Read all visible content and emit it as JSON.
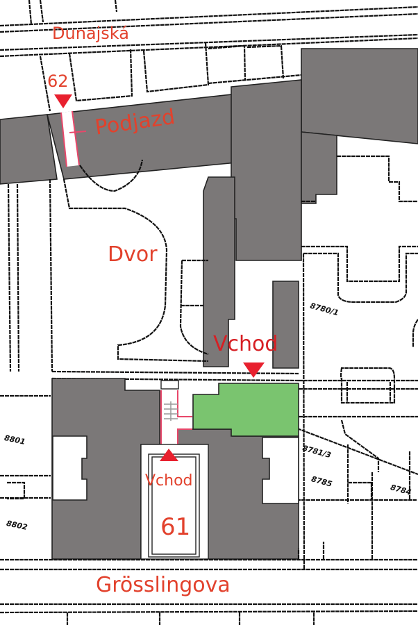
{
  "map": {
    "colors": {
      "building": "#7b7878",
      "highlight_building": "#7ac46f",
      "label": "#e2412c",
      "marker": "#e8202e",
      "passage": "#e8476a"
    },
    "streets": {
      "north": "Dunajská",
      "south": "Grösslingova"
    },
    "labels": {
      "building_62": "62",
      "passage": "Podjazd",
      "courtyard": "Dvor",
      "entrance_courtyard": "Vchod",
      "entrance_street": "Vchod",
      "building_61": "61"
    },
    "parcels": [
      "8780/1",
      "8801",
      "8802",
      "8781/3",
      "8785",
      "8784"
    ],
    "markers": [
      {
        "name": "entrance-62",
        "direction": "down"
      },
      {
        "name": "entrance-courtyard",
        "direction": "down"
      },
      {
        "name": "entrance-61",
        "direction": "up"
      }
    ]
  }
}
